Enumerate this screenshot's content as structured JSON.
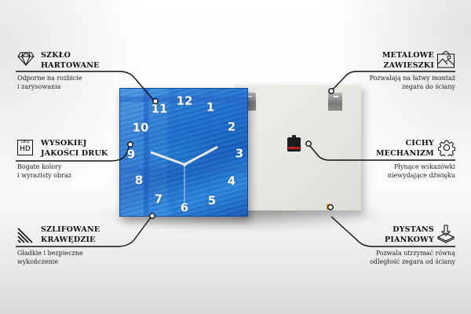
{
  "features": {
    "tempered_glass": {
      "title_line1": "SZKŁO",
      "title_line2": "HARTOWANE",
      "desc_line1": "Odporne na rozbicie",
      "desc_line2": "i zarysowania",
      "icon": "diamond-icon"
    },
    "hd_print": {
      "title_line1": "WYSOKIEJ",
      "title_line2": "JAKOŚCI DRUK",
      "desc_line1": "Bogate kolory",
      "desc_line2": "i wyrazisty obraz",
      "icon": "ultra-hd-icon",
      "icon_text_top": "ultra",
      "icon_text_bottom": "HD"
    },
    "polished_edges": {
      "title_line1": "SZLIFOWANE",
      "title_line2": "KRAWĘDZIE",
      "desc_line1": "Gładkie i bezpieczne",
      "desc_line2": "wykończenie",
      "icon": "diagonal-lines-icon"
    },
    "metal_hangers": {
      "title_line1": "METALOWE",
      "title_line2": "ZAWIESZKI",
      "desc_line1": "Pozwalają na łatwy montaż",
      "desc_line2": "zegara do ściany",
      "icon": "hanging-picture-icon"
    },
    "silent_mechanism": {
      "title_line1": "CICHY",
      "title_line2": "MECHANIZM",
      "desc_line1": "Płynące wskazówki",
      "desc_line2": "niewydające dźwięku",
      "icon": "gear-icon"
    },
    "foam_spacer": {
      "title_line1": "DYSTANS",
      "title_line2": "PIANKOWY",
      "desc_line1": "Pozwala utrzymać równą",
      "desc_line2": "odległość zegara od ściany",
      "icon": "press-down-icon"
    }
  },
  "clock": {
    "numerals": [
      "12",
      "1",
      "2",
      "3",
      "4",
      "5",
      "6",
      "7",
      "8",
      "9",
      "10",
      "11"
    ],
    "face_color": "#1d6fd0",
    "hand_color": "#e8e8e8"
  },
  "colors": {
    "foam_pad": "#e8901a",
    "mechanism": "#1d1d1f",
    "back_panel": "#e8e7e2"
  }
}
